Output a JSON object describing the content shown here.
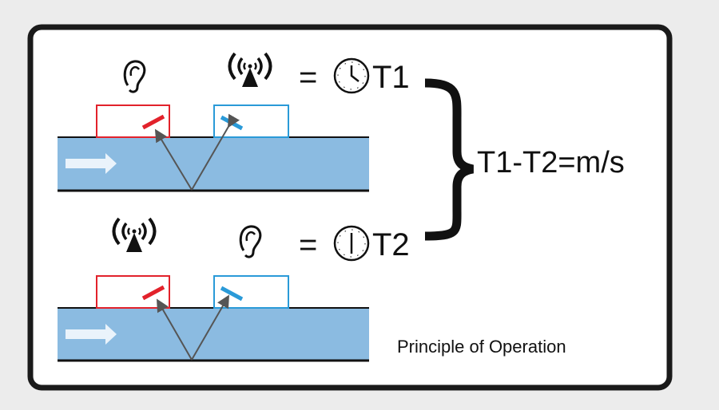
{
  "diagram": {
    "top": {
      "equals": "=",
      "time_label": "T1",
      "receiver_icon": "ear-icon",
      "transmitter_icon": "antenna-icon"
    },
    "bottom": {
      "equals": "=",
      "time_label": "T2",
      "receiver_icon": "ear-icon",
      "transmitter_icon": "antenna-icon"
    },
    "formula": "T1-T2=m/s",
    "caption": "Principle of Operation",
    "colors": {
      "pipe": "#8bbbe1",
      "upstream": "#e2222b",
      "downstream": "#2a9ad8",
      "frame": "#1a1a1a",
      "background": "#ececec"
    }
  }
}
